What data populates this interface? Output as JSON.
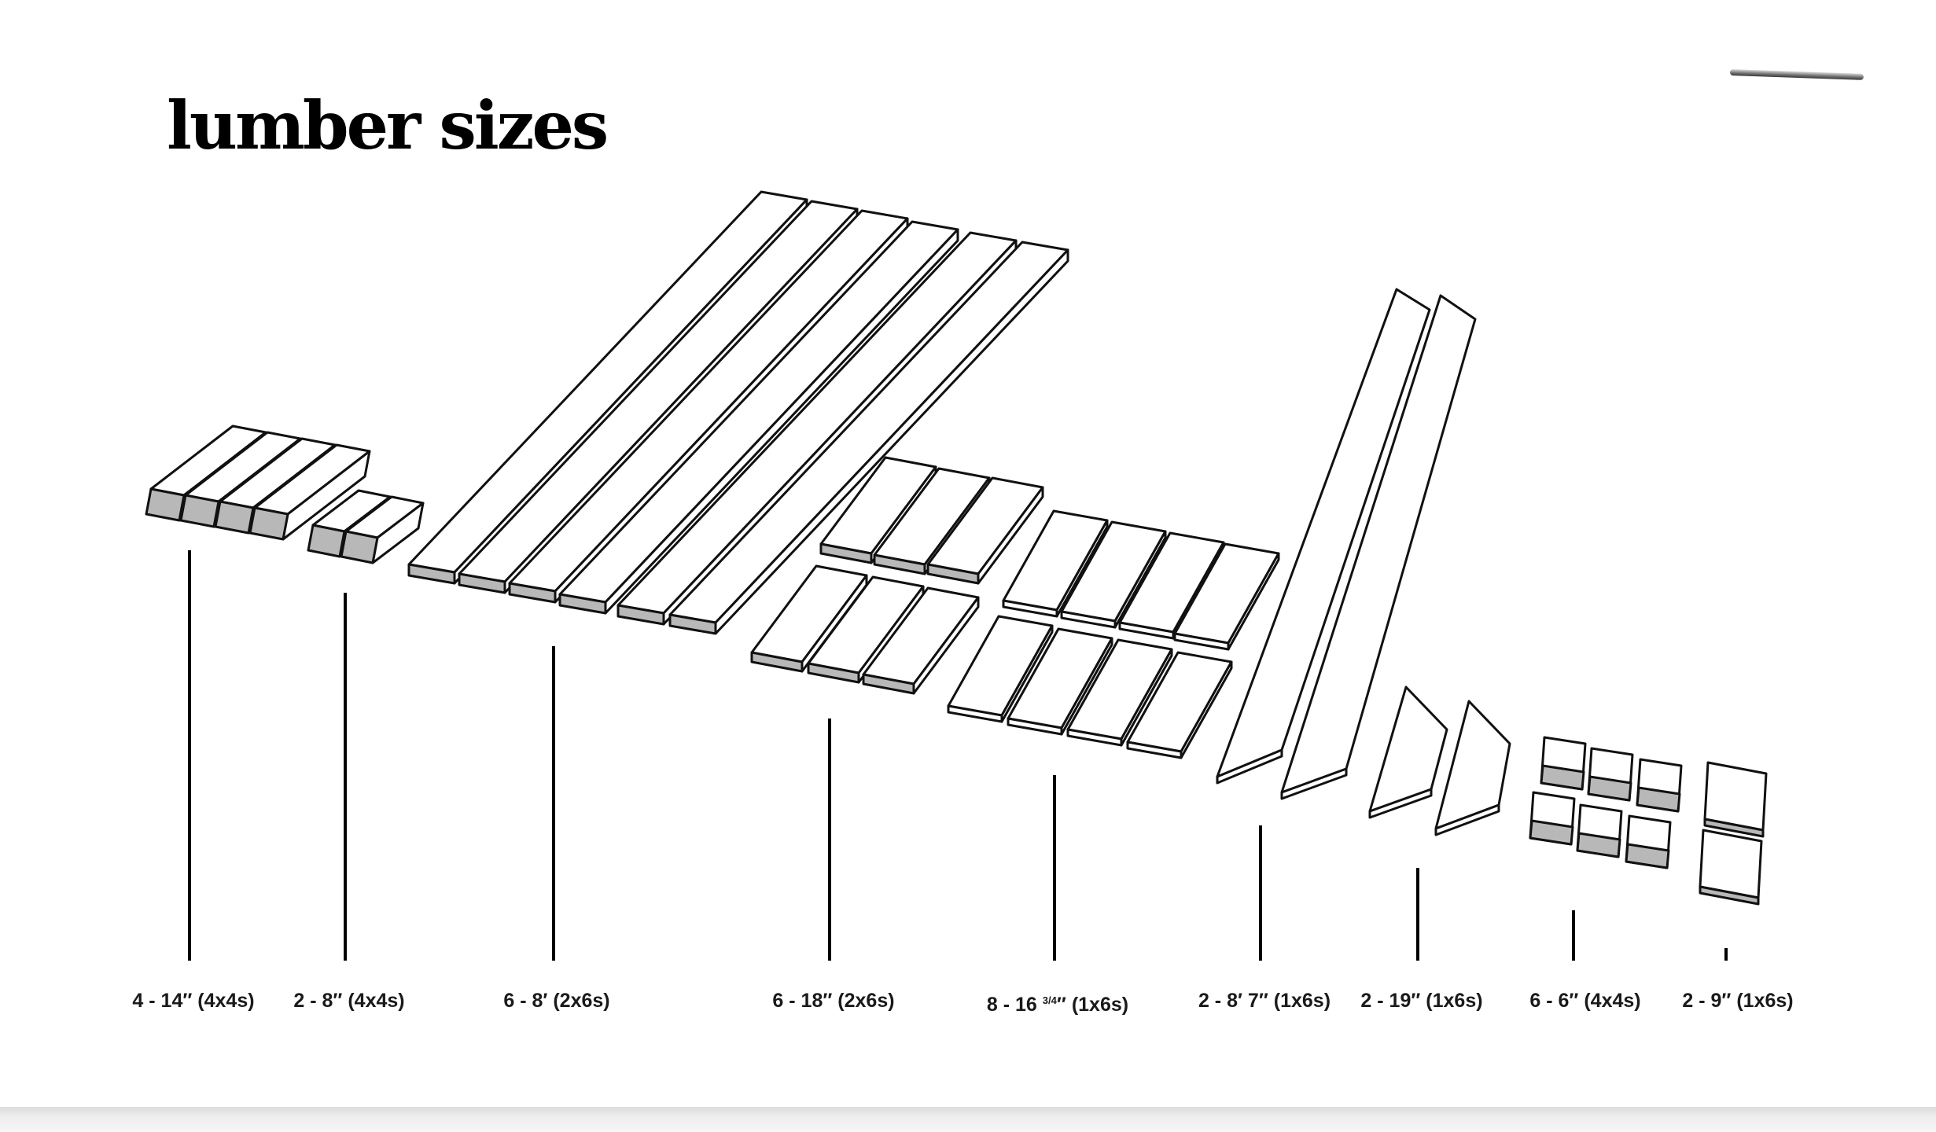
{
  "title": "lumber sizes",
  "labels": [
    {
      "qty": "4",
      "size": "14″",
      "stock": "(4x4s)"
    },
    {
      "qty": "2",
      "size": "8″",
      "stock": "(4x4s)"
    },
    {
      "qty": "6",
      "size": "8′",
      "stock": "(2x6s)"
    },
    {
      "qty": "6",
      "size": "18″",
      "stock": "(2x6s)"
    },
    {
      "qty": "8",
      "size": "16",
      "size_fraction": "3/4",
      "size_unit": "″",
      "stock": "(1x6s)"
    },
    {
      "qty": "2",
      "size": "8′ 7″",
      "stock": "(1x6s)"
    },
    {
      "qty": "2",
      "size": "19″",
      "stock": "(1x6s)"
    },
    {
      "qty": "6",
      "size": "6″",
      "stock": "(4x4s)"
    },
    {
      "qty": "2",
      "size": "9″",
      "stock": "(1x6s)"
    }
  ],
  "colors": {
    "piece_face": "#ffffff",
    "piece_end_grain": "#b8b8b8",
    "outline": "#111111",
    "leader_line": "#000000"
  }
}
